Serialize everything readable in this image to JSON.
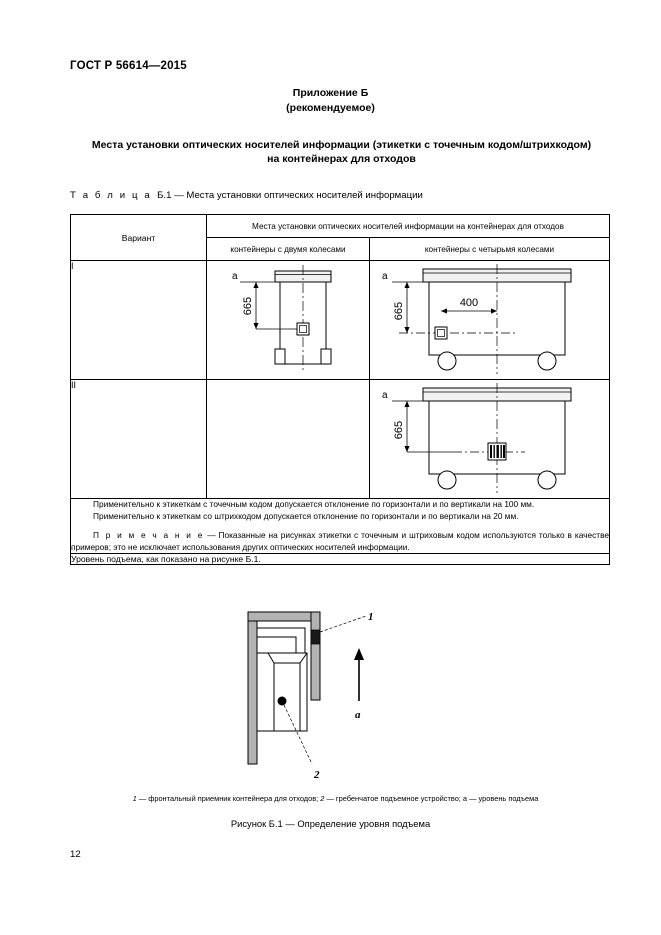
{
  "document": {
    "standard_number": "ГОСТ Р 56614—2015",
    "page_number": "12"
  },
  "annex": {
    "label": "Приложение Б",
    "status": "(рекомендуемое)",
    "title_line1": "Места установки оптических носителей информации (этикетки с точечным кодом/штрихкодом)",
    "title_line2": "на контейнерах для отходов"
  },
  "table": {
    "caption_prefix": "Т а б л и ц а",
    "caption_number": "Б.1",
    "caption_text": "— Места установки оптических носителей информации",
    "headers": {
      "variant": "Вариант",
      "group": "Места установки оптических носителей информации на контейнерах для отходов",
      "two_wheels": "контейнеры с двумя колесами",
      "four_wheels": "контейнеры с четырьмя колесами"
    },
    "rows": [
      {
        "variant": "I",
        "two_wheel_figure": {
          "present": true,
          "vertical_dimension": "665",
          "level_label": "a",
          "marker": "dot-code"
        },
        "four_wheel_figure": {
          "present": true,
          "vertical_dimension": "665",
          "horizontal_dimension": "400",
          "level_label": "a",
          "marker": "dot-code"
        }
      },
      {
        "variant": "II",
        "two_wheel_figure": {
          "present": false
        },
        "four_wheel_figure": {
          "present": true,
          "vertical_dimension": "665",
          "level_label": "a",
          "marker": "barcode"
        }
      }
    ],
    "notes": {
      "line1": "Применительно к этикеткам с точечным кодом допускается отклонение по горизонтали и по вертикали на 100 мм.",
      "line2": "Применительно к этикеткам со штрихкодом допускается отклонение по горизонтали и по вертикали на 20 мм.",
      "note_word": "П р и м е ч а н и е",
      "note_dash": "—",
      "note_body": "Показанные на рисунках этикетки с точечным и штриховым кодом используются только в качестве примеров; это не исключает использования других оптических носителей информации."
    },
    "lift_row": "Уровень подъема, как показано на рисунке Б.1."
  },
  "figure": {
    "callout_1": "1",
    "callout_2": "2",
    "level_label": "a",
    "legend_1_num": "1",
    "legend_1_text": "— фронтальный приемник контейнера для отходов;",
    "legend_2_num": "2",
    "legend_2_text": "— гребенчатое подъемное устройство;",
    "legend_a_num": "a",
    "legend_a_text": "— уровень подъема",
    "caption": "Рисунок Б.1 — Определение уровня подъема"
  },
  "colors": {
    "ink": "#000000",
    "paper": "#ffffff",
    "fill_light": "#f2f2f2",
    "fill_mid": "#cccccc"
  }
}
